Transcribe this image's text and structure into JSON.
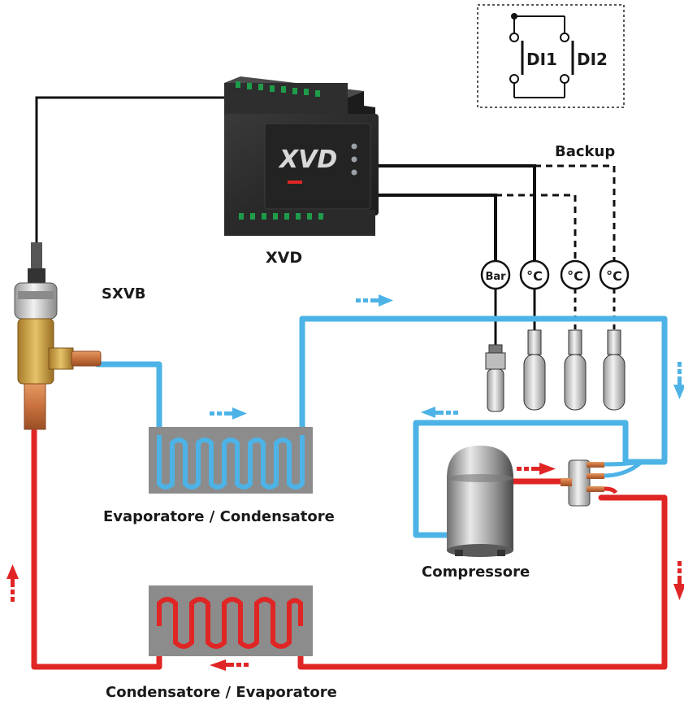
{
  "labels": {
    "controller_box": "XVD",
    "controller_caption": "XVD",
    "valve_caption": "SXVB",
    "backup": "Backup",
    "evaporator": "Evaporatore / Condensatore",
    "compressor": "Compressore",
    "condenser": "Condensatore / Evaporatore",
    "di1": "DI1",
    "di2": "DI2"
  },
  "probes": [
    {
      "label": "Bar"
    },
    {
      "label": "°C"
    },
    {
      "label": "°C"
    },
    {
      "label": "°C"
    }
  ],
  "colors": {
    "cold_pipe": "#4db3e6",
    "hot_pipe": "#e02525",
    "wire": "#111111",
    "controller": "#2b2b2b",
    "coil_box": "#8c8c8c",
    "valve_brass": "#c89b3c",
    "copper": "#c8703e"
  },
  "icons": [
    "flow-arrow-icon",
    "temperature-probe-icon",
    "pressure-probe-icon",
    "digital-input-switch-icon"
  ]
}
